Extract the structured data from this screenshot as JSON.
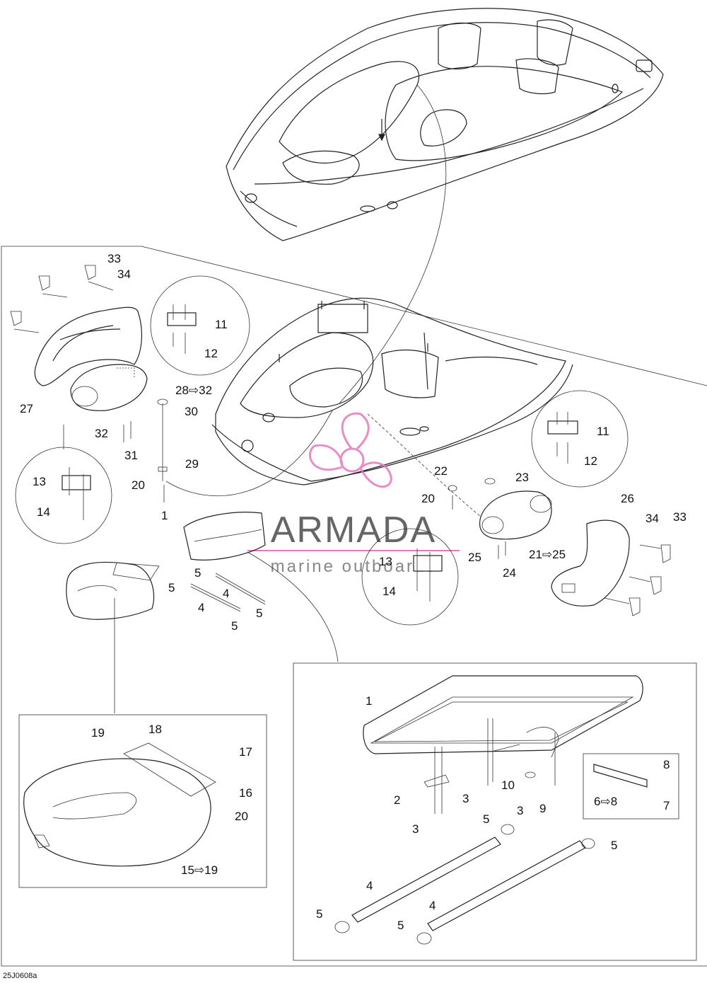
{
  "diagram": {
    "code": "25J0608a",
    "watermark": {
      "brand": "ARMADA",
      "tagline": "marine outboards"
    },
    "callouts": {
      "c1": "1",
      "c2": "2",
      "c3a": "3",
      "c3b": "3",
      "c3c": "3",
      "c4a": "4",
      "c4b": "4",
      "c4c": "4",
      "c4d": "4",
      "c5a": "5",
      "c5b": "5",
      "c5c": "5",
      "c5d": "5",
      "c5e": "5",
      "c5f": "5",
      "c5g": "5",
      "c5h": "5",
      "c6_8": "6⇨8",
      "c7": "7",
      "c8": "8",
      "c9": "9",
      "c10": "10",
      "c11a": "11",
      "c11b": "11",
      "c12a": "12",
      "c12b": "12",
      "c13a": "13",
      "c13b": "13",
      "c14a": "14",
      "c14b": "14",
      "c15_19": "15⇨19",
      "c16": "16",
      "c17": "17",
      "c18": "18",
      "c19": "19",
      "c20a": "20",
      "c20b": "20",
      "c20c": "20",
      "c21_25": "21⇨25",
      "c22": "22",
      "c23": "23",
      "c24": "24",
      "c25": "25",
      "c26": "26",
      "c27": "27",
      "c28_32": "28⇨32",
      "c29": "29",
      "c30": "30",
      "c31": "31",
      "c32": "32",
      "c33a": "33",
      "c33b": "33",
      "c34a": "34",
      "c34b": "34",
      "c1b": "1"
    }
  }
}
